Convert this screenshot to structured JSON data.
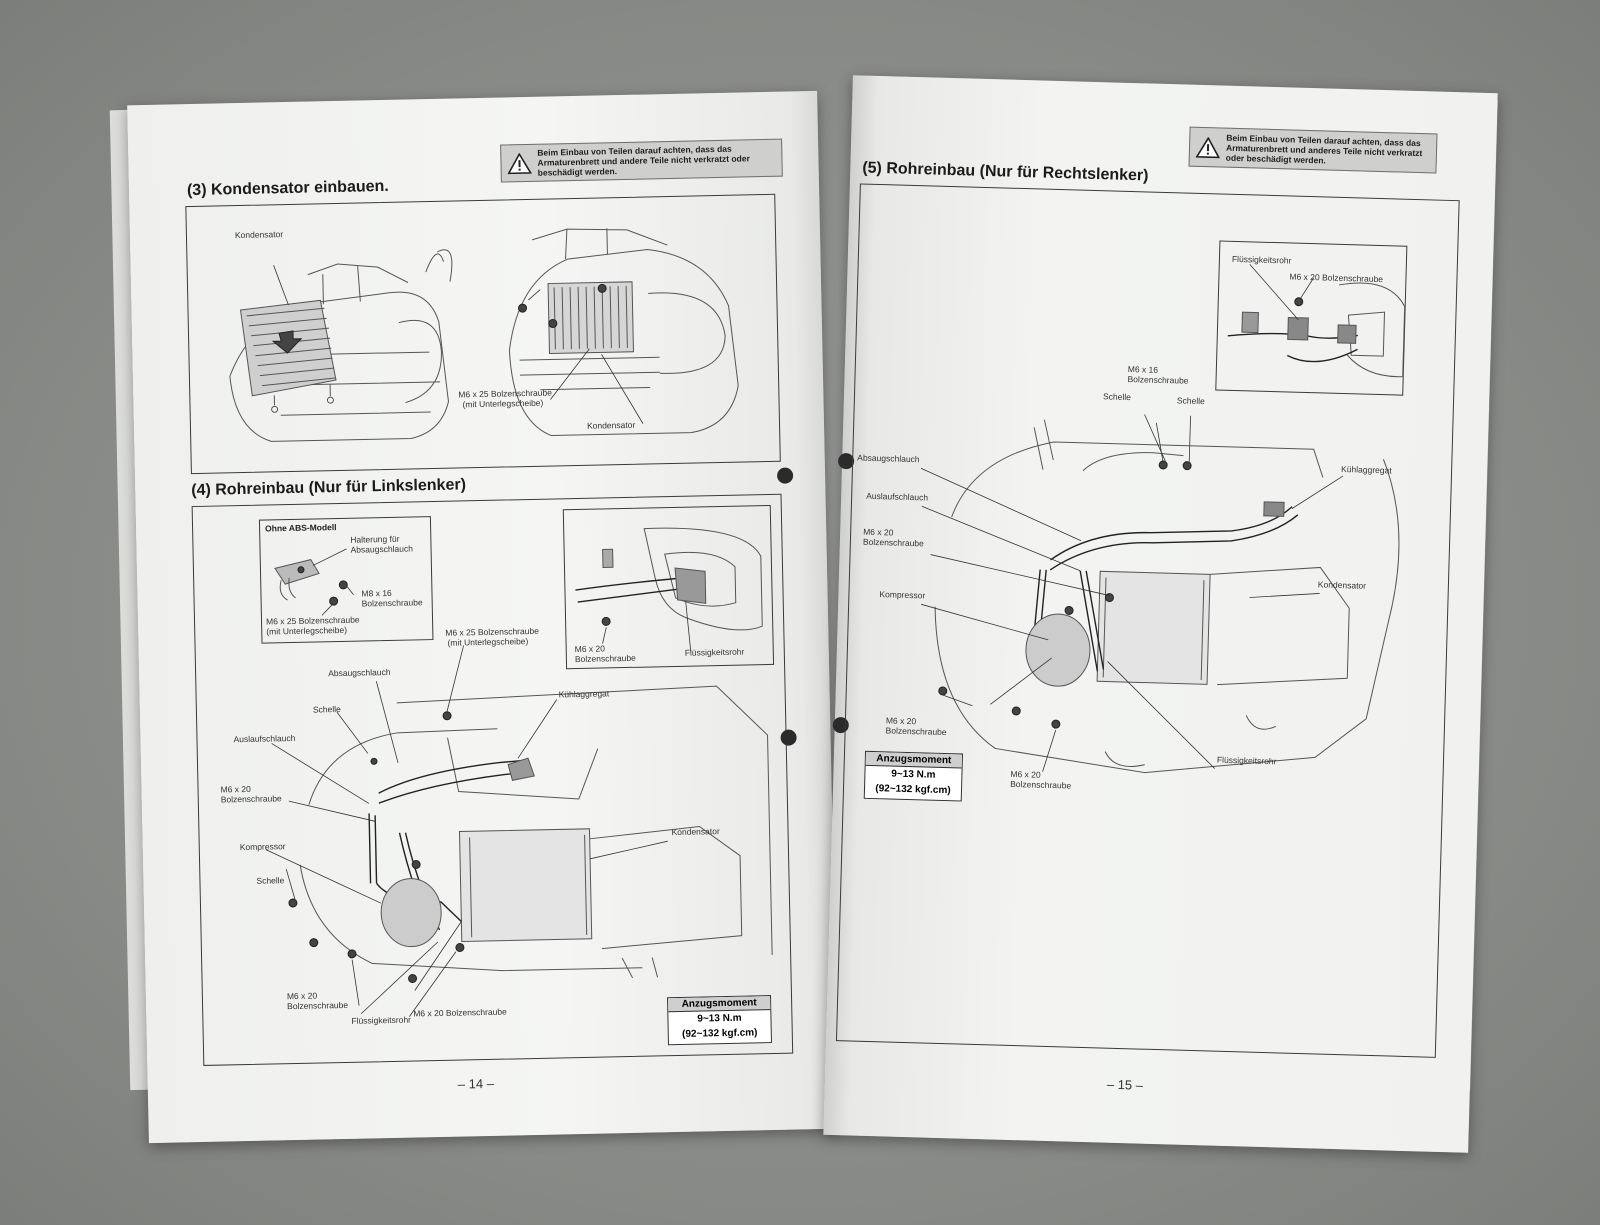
{
  "left_page": {
    "warning": "Beim Einbau von Teilen darauf achten, dass das Armaturenbrett und andere Teile nicht verkratzt oder beschädigt werden.",
    "section3": {
      "title": "(3) Kondensator einbauen.",
      "labels": {
        "kondensator_a": "Kondensator",
        "bolt": "M6 x 25 Bolzenschraube",
        "bolt_note": "(mit Unterlegscheibe)",
        "kondensator_b": "Kondensator"
      }
    },
    "section4": {
      "title": "(4) Rohreinbau (Nur für Linkslenker)",
      "inset_abs": {
        "title": "Ohne ABS-Modell",
        "halterung": "Halterung für",
        "halterung2": "Absaugschlauch",
        "m8": "M8 x 16",
        "m8b": "Bolzenschraube",
        "m6": "M6 x 25 Bolzenschraube",
        "m6b": "(mit Unterlegscheibe)"
      },
      "inset_right": {
        "m6": "M6 x 20",
        "m6b": "Bolzenschraube",
        "rohr": "Flüssigkeitsrohr"
      },
      "labels": {
        "m6x25": "M6 x 25 Bolzenschraube",
        "m6x25b": "(mit Unterlegscheibe)",
        "absaug": "Absaugschlauch",
        "kuhl": "Kühlaggregat",
        "schelle1": "Schelle",
        "auslauf": "Auslaufschlauch",
        "m6x20a": "M6 x 20",
        "m6x20a2": "Bolzenschraube",
        "kompressor": "Kompressor",
        "kondensator": "Kondensator",
        "schelle2": "Schelle",
        "m6x20b": "M6 x 20",
        "m6x20b2": "Bolzenschraube",
        "rohr": "Flüssigkeitsrohr",
        "m6x20c": "M6 x 20 Bolzenschraube"
      },
      "torque": {
        "header": "Anzugsmoment",
        "value1": "9~13 N.m",
        "value2": "(92~132 kgf.cm)"
      }
    },
    "page_number": "– 14 –"
  },
  "right_page": {
    "warning": "Beim Einbau von Teilen darauf achten, dass das Armaturenbrett und anderes Teile nicht verkratzt oder beschädigt werden.",
    "section5": {
      "title": "(5) Rohreinbau (Nur für Rechtslenker)",
      "inset": {
        "rohr": "Flüssigkeitsrohr",
        "bolt": "M6 x 20 Bolzenschraube"
      },
      "labels": {
        "m6x16": "M6 x 16",
        "m6x16b": "Bolzenschraube",
        "schelle1": "Schelle",
        "schelle2": "Schelle",
        "absaug": "Absaugschlauch",
        "kuhl": "Kühlaggregat",
        "auslauf": "Auslaufschlauch",
        "m6x20a": "M6 x 20",
        "m6x20a2": "Bolzenschraube",
        "kondensator": "Kondensator",
        "kompressor": "Kompressor",
        "m6x20b": "M6 x 20",
        "m6x20b2": "Bolzenschraube",
        "rohr": "Flüssigkeitsrohr",
        "m6x20c": "M6 x 20",
        "m6x20c2": "Bolzenschraube"
      },
      "torque": {
        "header": "Anzugsmoment",
        "value1": "9~13 N.m",
        "value2": "(92~132 kgf.cm)"
      }
    },
    "page_number": "– 15 –"
  }
}
